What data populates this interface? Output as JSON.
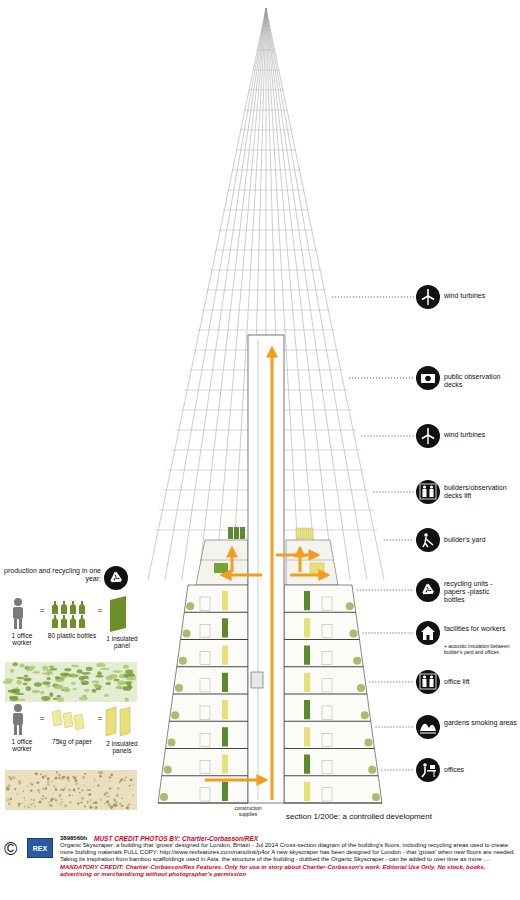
{
  "diagram": {
    "caption": "Organic Skyscraper: a building that 'grows' designed for London, Britain - Jul 2014 Cross-section diagram of the building's floors, including recycling areas used to create more building materials FULL COPY: http://www.rexfeatures.com/nanolink/p4or A new skyscraper has been designed for London - that 'grows' when new floors are needed. Taking its inspiration from bamboo scaffoldings used in Asia, the structure of the building - dubbed the Organic Skyscraper - can be added to over time as more ....",
    "nodes": [
      {
        "text": [
          "REX"
        ]
      }
    ],
    "labels": [
      "wind turbines",
      "public observation decks",
      "wind turbines",
      "builders/observation decks lift",
      "builder's yard",
      "recycling units -papers -plastic bottles",
      "facilities for workers",
      "+ acoustic insulation between builder's yard and offices",
      "office lift",
      "gardens smoking areas",
      "offices",
      "production and recycling in one year:",
      "1 office worker",
      "=",
      "80 plastic bottles",
      "=",
      "1 insulated panel",
      "1 office worker",
      "=",
      "75kg of paper",
      "=",
      "2 insulated panels",
      "construction supplies",
      "section 1/200e: a controlled development",
      "©",
      "3898560h",
      "MUST CREDIT PHOTOS BY: Chartier-Corbasson/REX",
      "MANDATORY CREDIT: Chartier-Corbasson/Rex Features. Only for use in story about Chartier-Corbasson's work. Editorial Use Only. No stock, books, advertising or merchandising without photographer's permission"
    ]
  }
}
